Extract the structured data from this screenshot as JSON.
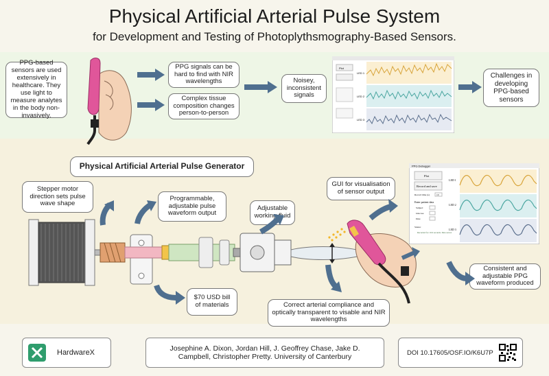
{
  "header": {
    "title": "Physical Artificial Arterial Pulse System",
    "subtitle": "for Development and Testing of Photoplythsmography-Based Sensors."
  },
  "top_flow": {
    "intro": "PPG-based sensors are used extensively in healthcare. They use light to measure analytes in the body non-invasively.",
    "issue1": "PPG signals can be hard to find with NIR wavelengths",
    "issue2": "Complex tissue composition changes person-to-person",
    "result": "Noisey, inconsistent signals",
    "conclusion": "Challenges in developing PPG-based sensors"
  },
  "mini_gui_top": {
    "labels": [
      "Plot",
      "LED 1",
      "LED 2",
      "LED 3"
    ]
  },
  "generator": {
    "title": "Physical Artificial Arterial Pulse Generator",
    "stepper": "Stepper motor direction sets pulse wave shape",
    "waveform": "Programmable, adjustable pulse waveform output",
    "fluid": "Adjustable working fluid",
    "gui": "GUI for visualisation of sensor output",
    "cost": "$70 USD bill of materials",
    "compliance": "Correct arterial compliance and optically transparent to visable and NIR wavelengths",
    "output": "Consistent and adjustable PPG waveform produced"
  },
  "gui_window": {
    "window_title": "PPG Debugger",
    "plot_button": "Plot",
    "record_button": "Record and save",
    "record_input_label": "Record time (s)",
    "record_input_value": "10",
    "patient_header": "Enter patient data",
    "patient_fields": [
      "Subject",
      "Glucose",
      "Date"
    ],
    "status_label": "Status:",
    "status_text": "Recorded for 10.0 seconds. Data saved.",
    "leds": [
      "LED 1",
      "LED 2",
      "LED 3"
    ]
  },
  "colors": {
    "wave1": "#d8a43a",
    "wave2": "#4aa6a0",
    "wave3": "#5a6e8c",
    "arrow": "#4f6f8f",
    "band_top": "#eef6e6",
    "band_mid": "#f6f1de",
    "sensor_pink": "#e0569a"
  },
  "footer": {
    "journal": "HardwareX",
    "authors": "Josephine A. Dixon, Jordan Hill, J. Geoffrey Chase, Jake D. Campbell, Christopher Pretty. University of Canterbury",
    "doi": "DOI 10.17605/OSF.IO/K6U7P"
  }
}
